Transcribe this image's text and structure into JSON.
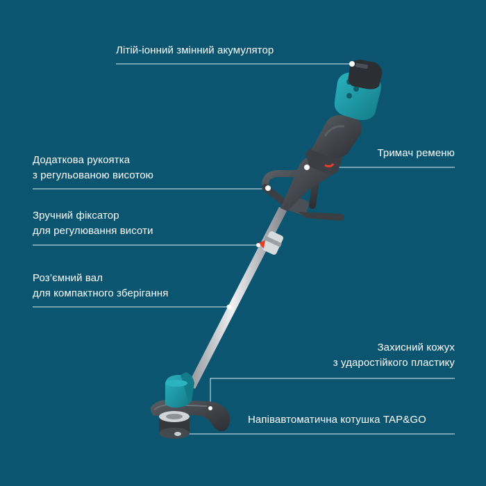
{
  "callouts": {
    "battery": {
      "line1": "Літій-іонний змінний акумулятор"
    },
    "aux_handle": {
      "line1": "Додаткова рукоятка",
      "line2": "з регульованою висотою"
    },
    "height_lock": {
      "line1": "Зручний фіксатор",
      "line2": "для регулювання висоти"
    },
    "shaft": {
      "line1": "Роз’ємний вал",
      "line2": "для компактного зберігання"
    },
    "strap_holder": {
      "line1": "Тримач ременю"
    },
    "guard": {
      "line1": "Захисний кожух",
      "line2": "з ударостійкого пластику"
    },
    "spool": {
      "line1": "Напівавтоматична котушка TAP&GO"
    }
  },
  "colors": {
    "background": "#0b5570",
    "line": "#ffffff",
    "body_teal": "#1d9aa8",
    "body_dark": "#3b3f44",
    "shaft_metal": "#c9ccd0",
    "accent_red": "#e0402a"
  }
}
